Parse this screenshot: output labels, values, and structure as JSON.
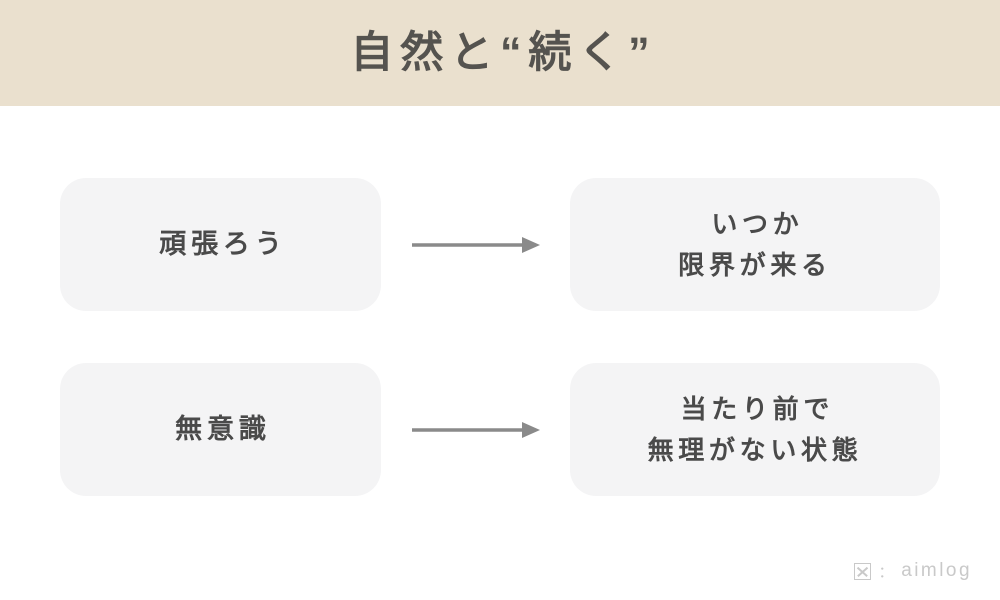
{
  "slide": {
    "title": "自然と“続く”",
    "background_color": "#ffffff",
    "header_band_color": "#eae0ce",
    "title_color": "#55534f"
  },
  "flow": {
    "card_background_color": "#f4f4f5",
    "card_text_color": "#4a4a4a",
    "arrow_color": "#8a8a8a",
    "rows": [
      {
        "left_card": "頑張ろう",
        "arrow": "arrow-right-icon",
        "right_card": "いつか\n限界が来る"
      },
      {
        "left_card": "無意識",
        "arrow": "arrow-right-icon",
        "right_card": "当たり前で\n無理がない状態"
      }
    ]
  },
  "credit": {
    "glyph": "missing-glyph-box-icon",
    "separator": "：",
    "name": "aimlog",
    "color": "#c9c9c9"
  }
}
